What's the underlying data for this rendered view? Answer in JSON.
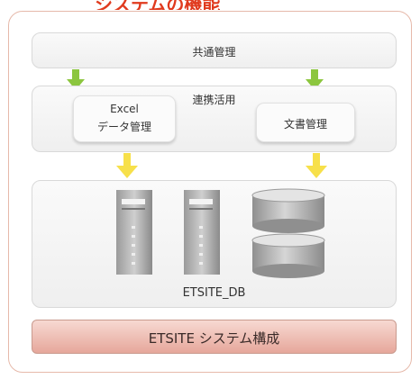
{
  "heading": "システムの機能",
  "common": {
    "label": "共通管理"
  },
  "collab": {
    "title": "連携活用",
    "excel": {
      "line1": "Excel",
      "line2": "データ管理"
    },
    "doc": {
      "label": "文書管理"
    }
  },
  "db": {
    "label": "ETSITE_DB"
  },
  "footer": {
    "label": "ETSITE システム構成"
  },
  "colors": {
    "green_arrow": "#8cc63f",
    "yellow_arrow": "#f7e04a",
    "footer_gradient": [
      "#f7d9d2",
      "#e6a79b"
    ],
    "heading": "#e03a1e"
  },
  "icons": [
    "server-icon",
    "server-icon",
    "database-disk-icon",
    "database-disk-icon",
    "arrow-down-icon"
  ]
}
